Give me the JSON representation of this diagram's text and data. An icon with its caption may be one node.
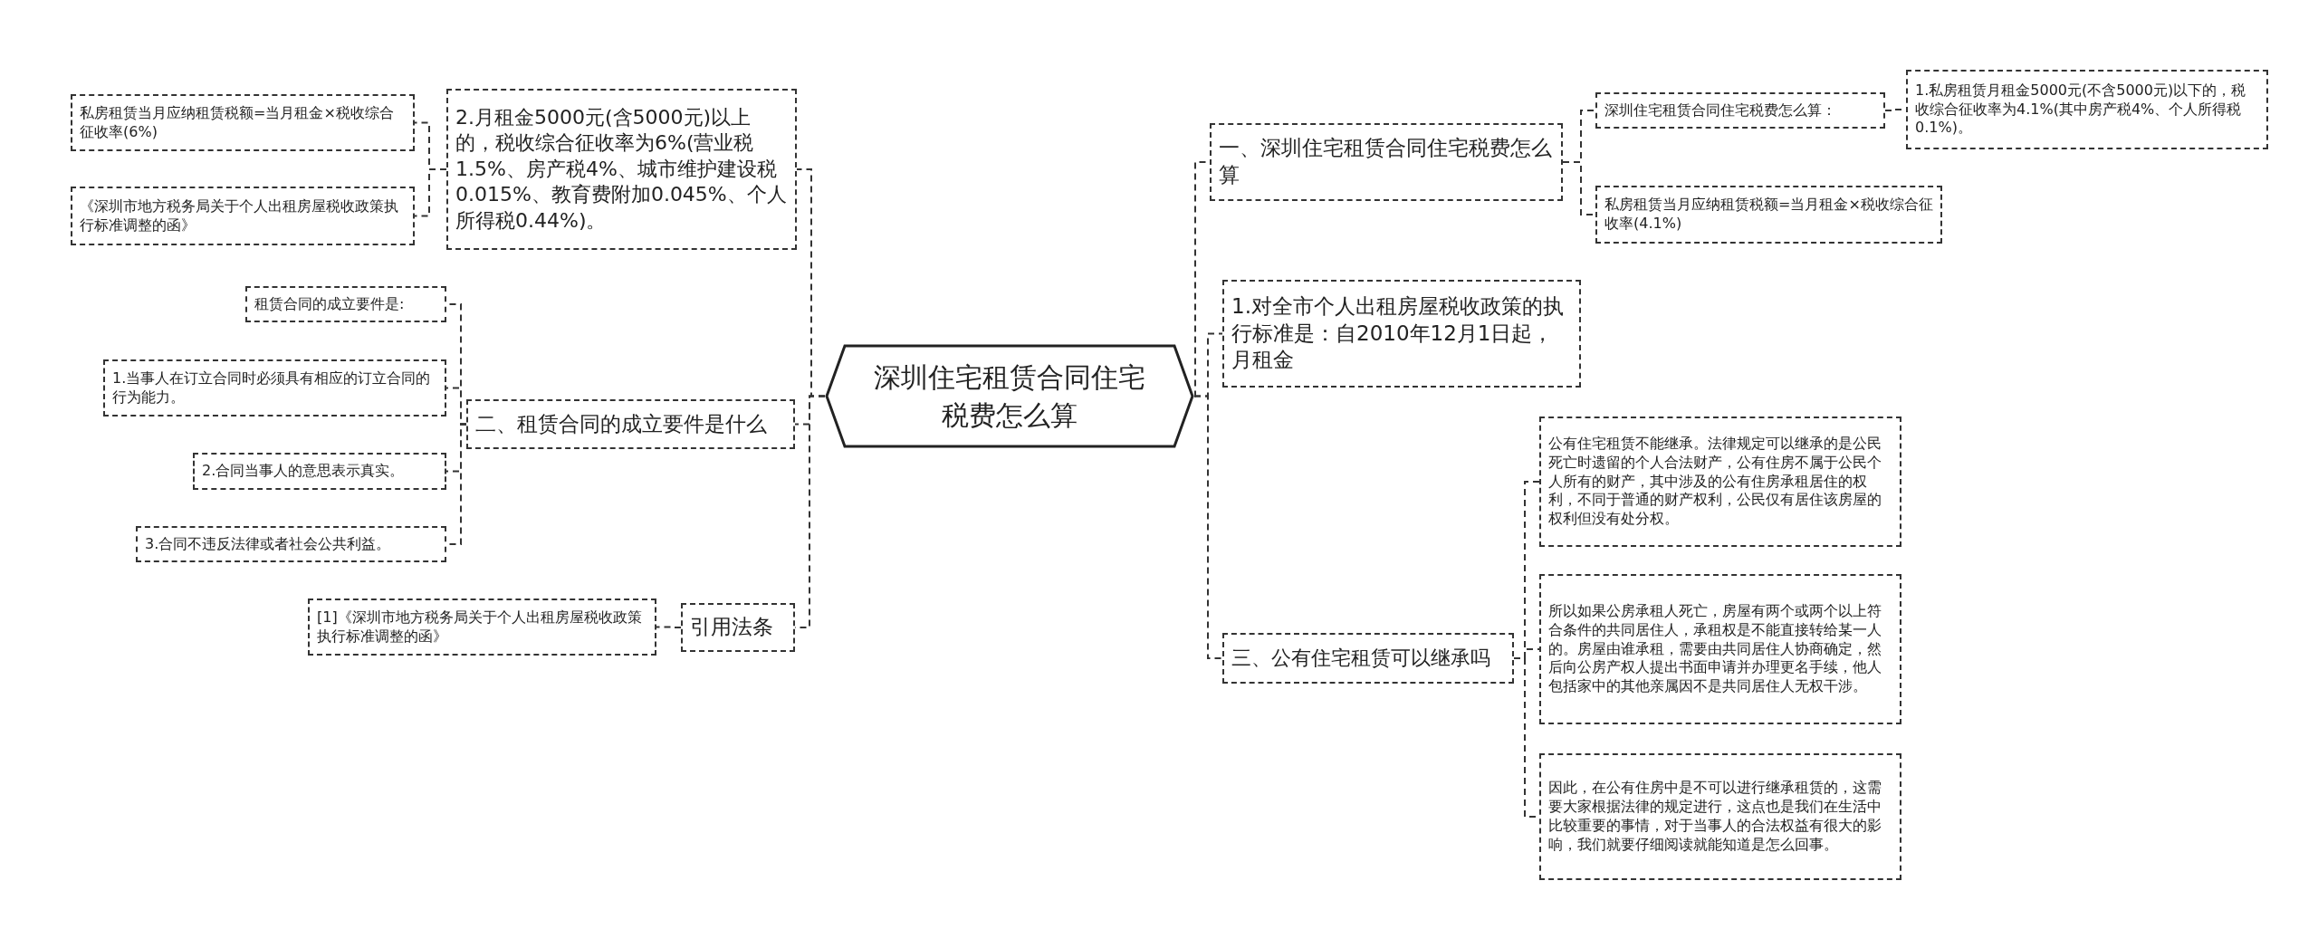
{
  "diagram": {
    "nodes": [
      {
        "text": [
          "深圳住宅租赁合同住宅税费怎么算"
        ]
      },
      {
        "text": [
          "一、深圳住宅租赁合同住宅税费怎么算"
        ]
      },
      {
        "text": [
          "深圳住宅租赁合同住宅税费怎么算："
        ]
      },
      {
        "text": [
          "1.私房租赁月租金5000元(不含5000元)以下的，税收综合征收率为4.1%(其中房产税4%、个人所得税0.1%)。"
        ]
      },
      {
        "text": [
          "私房租赁当月应纳租赁税额=当月租金×税收综合征收率(4.1%)"
        ]
      },
      {
        "text": [
          "1.对全市个人出租房屋税收政策的执行标准是：自2010年12月1日起，月租金"
        ]
      },
      {
        "text": [
          "三、公有住宅租赁可以继承吗"
        ]
      },
      {
        "text": [
          "公有住宅租赁不能继承。法律规定可以继承的是公民死亡时遗留的个人合法财产，公有住房不属于公民个人所有的财产，其中涉及的公有住房承租居住的权利，不同于普通的财产权利，公民仅有居住该房屋的权利但没有处分权。"
        ]
      },
      {
        "text": [
          "所以如果公房承租人死亡，房屋有两个或两个以上符合条件的共同居住人，承租权是不能直接转给某一人的。房屋由谁承租，需要由共同居住人协商确定，然后向公房产权人提出书面申请并办理更名手续，他人包括家中的其他亲属因不是共同居住人无权干涉。"
        ]
      },
      {
        "text": [
          "因此，在公有住房中是不可以进行继承租赁的，这需要大家根据法律的规定进行，这点也是我们在生活中比较重要的事情，对于当事人的合法权益有很大的影响，我们就要仔细阅读就能知道是怎么回事。"
        ]
      },
      {
        "text": [
          "2.月租金5000元(含5000元)以上的，税收综合征收率为6%(营业税1.5%、房产税4%、城市维护建设税0.015%、教育费附加0.045%、个人所得税0.44%)。"
        ]
      },
      {
        "text": [
          "私房租赁当月应纳租赁税额=当月租金×税收综合征收率(6%)"
        ]
      },
      {
        "text": [
          "《深圳市地方税务局关于个人出租房屋税收政策执行标准调整的函》"
        ]
      },
      {
        "text": [
          "二、租赁合同的成立要件是什么"
        ]
      },
      {
        "text": [
          "租赁合同的成立要件是:"
        ]
      },
      {
        "text": [
          "1.当事人在订立合同时必须具有相应的订立合同的行为能力。"
        ]
      },
      {
        "text": [
          "2.合同当事人的意思表示真实。"
        ]
      },
      {
        "text": [
          "3.合同不违反法律或者社会公共利益。"
        ]
      },
      {
        "text": [
          "引用法条"
        ]
      },
      {
        "text": [
          "[1]《深圳市地方税务局关于个人出租房屋税收政策执行标准调整的函》"
        ]
      }
    ],
    "edges": [
      {
        "from": 0,
        "to": 1,
        "arrow": "none"
      },
      {
        "from": 1,
        "to": 2,
        "arrow": "none"
      },
      {
        "from": 2,
        "to": 3,
        "arrow": "none"
      },
      {
        "from": 1,
        "to": 4,
        "arrow": "none"
      },
      {
        "from": 0,
        "to": 5,
        "arrow": "none"
      },
      {
        "from": 0,
        "to": 6,
        "arrow": "none"
      },
      {
        "from": 6,
        "to": 7,
        "arrow": "none"
      },
      {
        "from": 6,
        "to": 8,
        "arrow": "none"
      },
      {
        "from": 6,
        "to": 9,
        "arrow": "none"
      },
      {
        "from": 0,
        "to": 10,
        "arrow": "none"
      },
      {
        "from": 10,
        "to": 11,
        "arrow": "none"
      },
      {
        "from": 10,
        "to": 12,
        "arrow": "none"
      },
      {
        "from": 0,
        "to": 13,
        "arrow": "none"
      },
      {
        "from": 13,
        "to": 14,
        "arrow": "none"
      },
      {
        "from": 13,
        "to": 15,
        "arrow": "none"
      },
      {
        "from": 13,
        "to": 16,
        "arrow": "none"
      },
      {
        "from": 13,
        "to": 17,
        "arrow": "none"
      },
      {
        "from": 0,
        "to": 18,
        "arrow": "none"
      },
      {
        "from": 18,
        "to": 19,
        "arrow": "none"
      }
    ]
  }
}
